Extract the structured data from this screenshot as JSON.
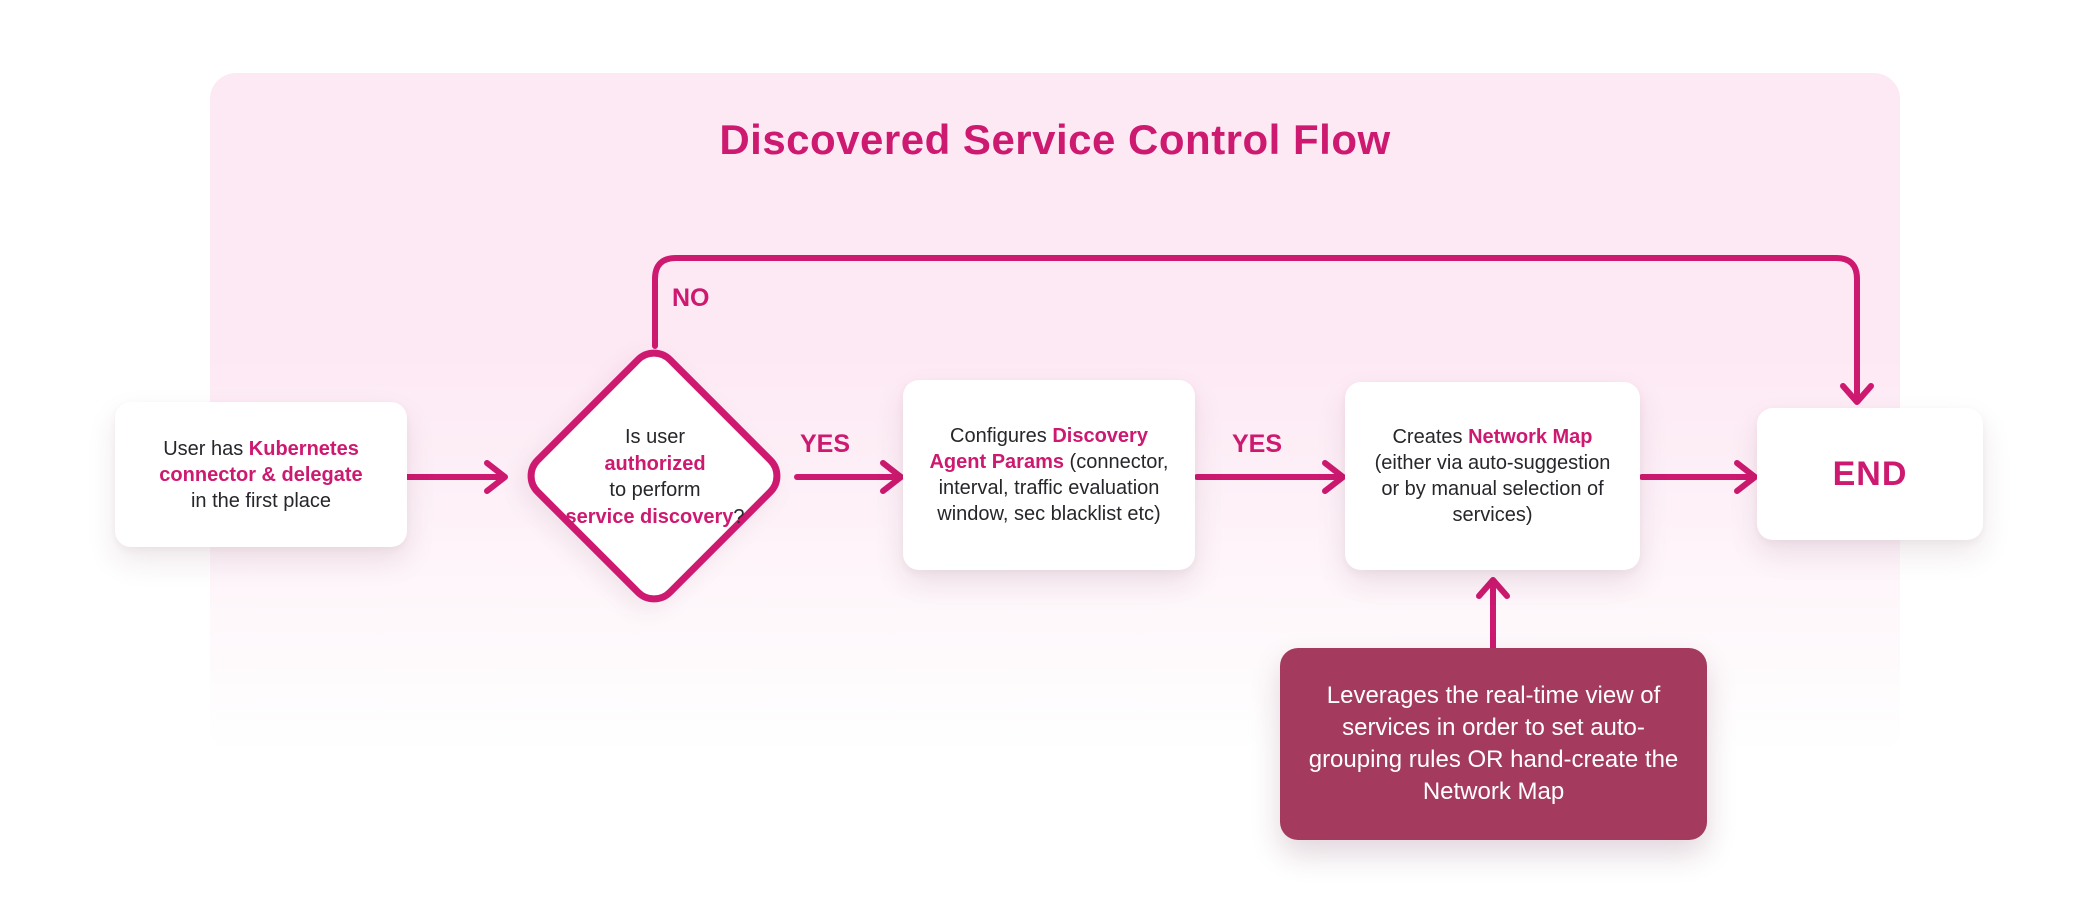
{
  "title": "Discovered Service Control Flow",
  "colors": {
    "accent": "#cd1970",
    "note_bg": "#a53a5f",
    "container_bg": "#fde9f4",
    "text": "#26262b"
  },
  "nodes": {
    "start": {
      "pre": "User has ",
      "highlight": "Kubernetes connector & delegate",
      "post": " in the first place"
    },
    "decision": {
      "line1": "Is user",
      "hl1": "authorized",
      "line2": "to perform",
      "hl2": "service discovery",
      "suffix": "?"
    },
    "configure": {
      "pre": "Configures ",
      "highlight": "Discovery Agent Params",
      "post": " (connector, interval, traffic evaluation window, sec blacklist etc)"
    },
    "create": {
      "pre": "Creates ",
      "highlight": "Network Map",
      "post": " (either via auto-suggestion or by manual selection of services)"
    },
    "end": {
      "label": "END"
    },
    "note": {
      "text": "Leverages the real-time view of services in order to set auto-grouping rules OR hand-create the Network Map"
    }
  },
  "edges": {
    "yes1": {
      "label": "YES"
    },
    "yes2": {
      "label": "YES"
    },
    "no": {
      "label": "NO"
    }
  }
}
